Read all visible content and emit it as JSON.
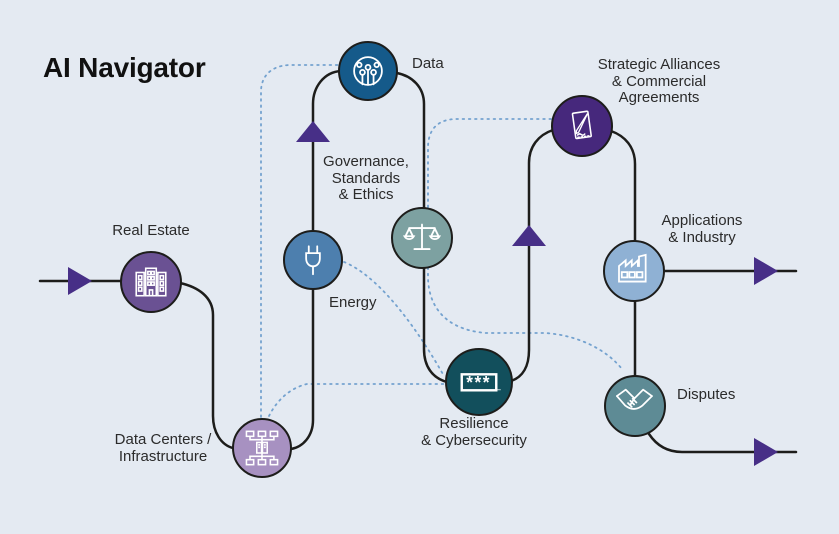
{
  "title": "AI Navigator",
  "colors": {
    "background": "#e4eaf2",
    "solid_path": "#1d1d1b",
    "dotted_path": "#74a2cf",
    "arrow": "#472f87",
    "icon_stroke": "#ffffff",
    "label_text": "#2b2b2b"
  },
  "nodes": [
    {
      "id": "real-estate",
      "label": "Real Estate",
      "color": "#6a5193",
      "icon": "buildings-icon"
    },
    {
      "id": "data-centers-infrastructure",
      "label": "Data Centers /\nInfrastructure",
      "color": "#a791c1",
      "icon": "network-icon"
    },
    {
      "id": "energy",
      "label": "Energy",
      "color": "#4d7fae",
      "icon": "plug-icon"
    },
    {
      "id": "data",
      "label": "Data",
      "color": "#155a8a",
      "icon": "circuit-icon"
    },
    {
      "id": "governance-standards-ethics",
      "label": "Governance,\nStandards\n& Ethics",
      "color": "#7da1a1",
      "icon": "scales-icon"
    },
    {
      "id": "resilience-cybersecurity",
      "label": "Resilience\n& Cybersecurity",
      "color": "#124f5c",
      "icon": "password-icon",
      "icon_text": "***_"
    },
    {
      "id": "strategic-alliances-commercial-agreements",
      "label": "Strategic Alliances\n& Commercial\nAgreements",
      "color": "#46287c",
      "icon": "contract-icon"
    },
    {
      "id": "applications-industry",
      "label": "Applications\n& Industry",
      "color": "#8fb1d4",
      "icon": "factory-icon"
    },
    {
      "id": "disputes",
      "label": "Disputes",
      "color": "#5e8b95",
      "icon": "handshake-icon"
    }
  ],
  "flow_sequence": [
    "real-estate",
    "data-centers-infrastructure",
    "energy",
    "data",
    "governance-standards-ethics",
    "resilience-cybersecurity",
    "strategic-alliances-commercial-agreements",
    "applications-industry",
    "disputes"
  ],
  "dotted_links": [
    {
      "from": "data-centers-infrastructure",
      "to": "data"
    },
    {
      "from": "data-centers-infrastructure",
      "to": "resilience-cybersecurity"
    },
    {
      "from": "energy",
      "to": "resilience-cybersecurity"
    },
    {
      "from": "strategic-alliances-commercial-agreements",
      "to": "disputes"
    }
  ]
}
